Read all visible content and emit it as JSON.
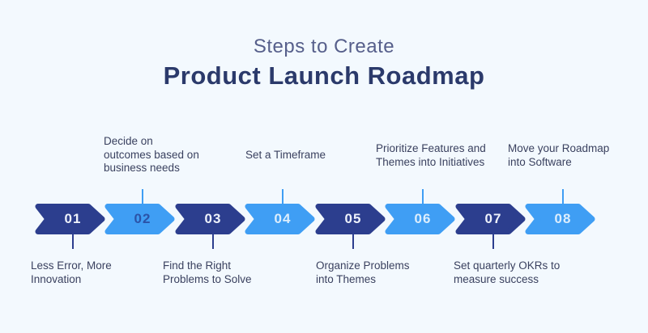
{
  "title": {
    "subtitle": "Steps to Create",
    "main": "Product Launch Roadmap"
  },
  "steps": [
    {
      "number": "01",
      "variant": "dark",
      "label_position": "bottom",
      "label": "Less Error, More\nInnovation"
    },
    {
      "number": "02",
      "variant": "light",
      "label_position": "top",
      "label": "Decide on\noutcomes based on\nbusiness needs"
    },
    {
      "number": "03",
      "variant": "dark",
      "label_position": "bottom",
      "label": "Find the Right\nProblems to Solve"
    },
    {
      "number": "04",
      "variant": "light",
      "label_position": "top",
      "label": "Set a Timeframe"
    },
    {
      "number": "05",
      "variant": "dark",
      "label_position": "bottom",
      "label": "Organize Problems\ninto Themes"
    },
    {
      "number": "06",
      "variant": "light",
      "label_position": "top",
      "label": "Prioritize Features and\nThemes into Initiatives"
    },
    {
      "number": "07",
      "variant": "dark",
      "label_position": "bottom",
      "label": "Set quarterly OKRs to\nmeasure success"
    },
    {
      "number": "08",
      "variant": "light",
      "label_position": "top",
      "label": "Move your Roadmap\ninto Software"
    }
  ],
  "colors": {
    "background": "#f3f9fe",
    "dark_step": "#2c3e8e",
    "light_step": "#3f9ef4",
    "title_main": "#2b3a6b",
    "title_subtitle": "#565f8b",
    "label_text": "#3a415f",
    "step02_number": "#2b53a8"
  }
}
